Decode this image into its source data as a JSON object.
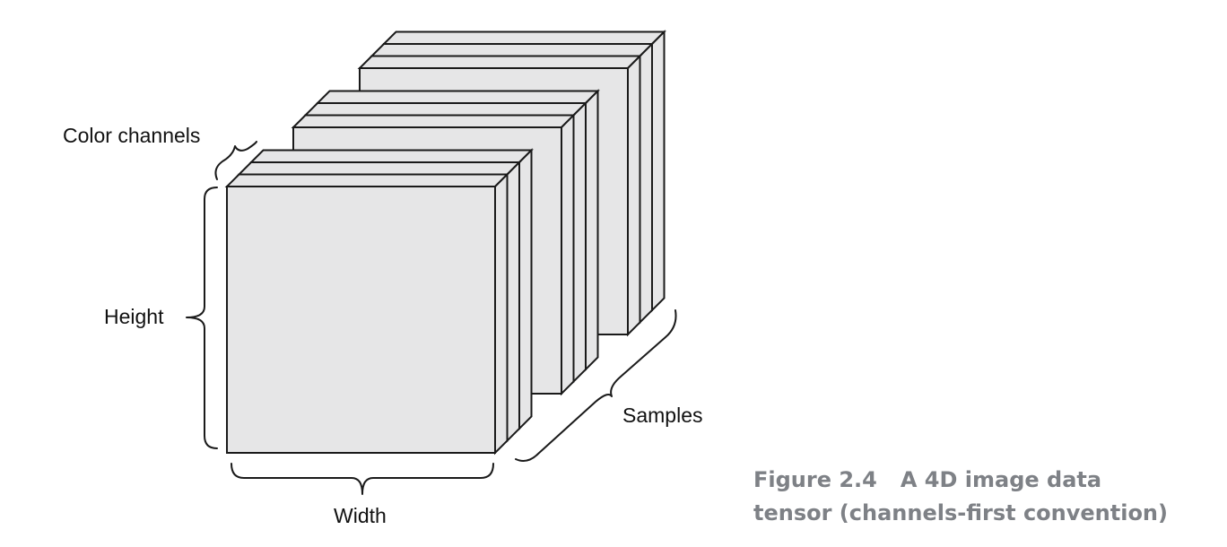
{
  "figure": {
    "caption_number": "Figure 2.4",
    "caption_text_line1": "A 4D image data",
    "caption_text_line2": "tensor (channels-first convention)",
    "colors": {
      "face_fill": "#e6e6e7",
      "stroke": "#1a1a1a",
      "caption": "#7e8186"
    }
  },
  "labels": {
    "color_channels": "Color channels",
    "height": "Height",
    "width": "Width",
    "samples": "Samples"
  },
  "tensor": {
    "samples": 3,
    "channels_per_sample": 3
  }
}
